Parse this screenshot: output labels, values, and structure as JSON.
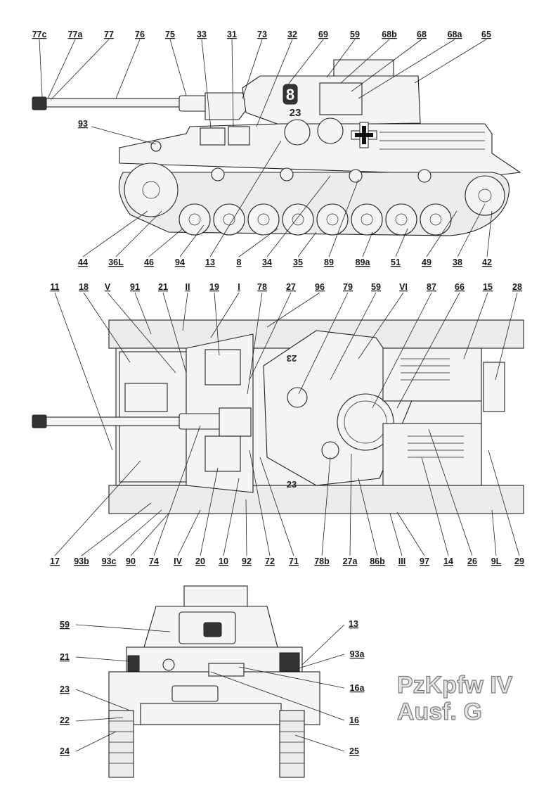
{
  "title": {
    "line1": "PzKpfw IV",
    "line2": "Ausf. G"
  },
  "side_view": {
    "turret_number": "23",
    "marking_number": "8",
    "top_labels": [
      "77c",
      "77a",
      "77",
      "76",
      "75",
      "33",
      "31",
      "73",
      "32",
      "69",
      "59",
      "68b",
      "68",
      "68a",
      "65"
    ],
    "left_label": "93",
    "bottom_labels": [
      "44",
      "36L",
      "46",
      "94",
      "13",
      "8",
      "34",
      "35",
      "89",
      "89a",
      "51",
      "49",
      "38",
      "42"
    ]
  },
  "top_view": {
    "turret_number": "23",
    "top_labels": [
      "11",
      "18",
      "V",
      "91",
      "21",
      "II",
      "19",
      "I",
      "78",
      "27",
      "96",
      "79",
      "59",
      "VI",
      "87",
      "66",
      "15",
      "28"
    ],
    "bottom_labels": [
      "17",
      "93b",
      "93c",
      "90",
      "74",
      "IV",
      "20",
      "10",
      "92",
      "72",
      "71",
      "78b",
      "27a",
      "86b",
      "III",
      "97",
      "14",
      "26",
      "9L",
      "29"
    ]
  },
  "front_view": {
    "left_labels": [
      "59",
      "21",
      "23",
      "22",
      "24"
    ],
    "right_labels": [
      "13",
      "93a",
      "16a",
      "16",
      "25"
    ]
  }
}
